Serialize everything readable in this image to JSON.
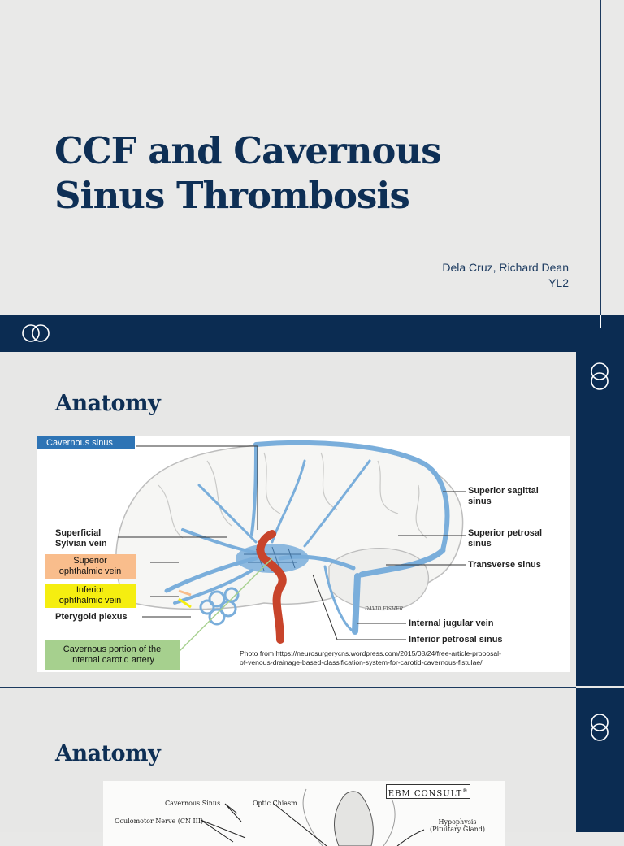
{
  "title_slide": {
    "title_line1": "CCF and Cavernous",
    "title_line2": "Sinus Thrombosis",
    "author": "Dela Cruz, Richard Dean",
    "level": "YL2"
  },
  "slide2": {
    "heading": "Anatomy",
    "figure_labels": {
      "cavernous_sinus": "Cavernous sinus",
      "superior_sagittal_sinus_1": "Superior sagittal",
      "superior_sagittal_sinus_2": "sinus",
      "superficial_sylvian_vein_1": "Superficial",
      "superficial_sylvian_vein_2": "Sylvian vein",
      "superior_petrosal_sinus_1": "Superior petrosal",
      "superior_petrosal_sinus_2": "sinus",
      "superior_ophthalmic_vein_1": "Superior",
      "superior_ophthalmic_vein_2": "ophthalmic vein",
      "transverse_sinus": "Transverse sinus",
      "inferior_ophthalmic_vein_1": "Inferior",
      "inferior_ophthalmic_vein_2": "ophthalmic vein",
      "pterygoid_plexus": "Pterygoid plexus",
      "internal_jugular_vein": "Internal jugular vein",
      "inferior_petrosal_sinus": "Inferior petrosal sinus",
      "cavernous_portion_1": "Cavernous portion of the",
      "cavernous_portion_2": "Internal carotid artery",
      "signature": "DAVID FISHER",
      "photo_credit_1": "Photo from https://neurosurgerycns.wordpress.com/2015/08/24/free-article-proposal-",
      "photo_credit_2": "of-venous-drainage-based-classification-system-for-carotid-cavernous-fistulae/"
    }
  },
  "slide3": {
    "heading": "Anatomy",
    "figure_labels": {
      "cavernous_sinus": "Cavernous Sinus",
      "optic_chiasm": "Optic Chiasm",
      "oculomotor_nerve": "Oculomotor Nerve (CN III)",
      "hypophysis": "Hypophysis",
      "pituitary_gland": "(Pituitary Gland)",
      "brand": "EBM CONSULT",
      "brand_mark": "®"
    }
  },
  "colors": {
    "navy": "#0b2c52",
    "title_text": "#0e2f55",
    "vein_blue": "#7aaedb",
    "artery_red": "#c8442b",
    "superior_ophthalmic_highlight": "#f9bd8c",
    "inferior_ophthalmic_highlight": "#f5ee10",
    "carotid_box": "#a6d08e",
    "cavernous_label_bg": "#2e74b5"
  },
  "icons": {
    "rings": "interlocking-rings-icon"
  }
}
